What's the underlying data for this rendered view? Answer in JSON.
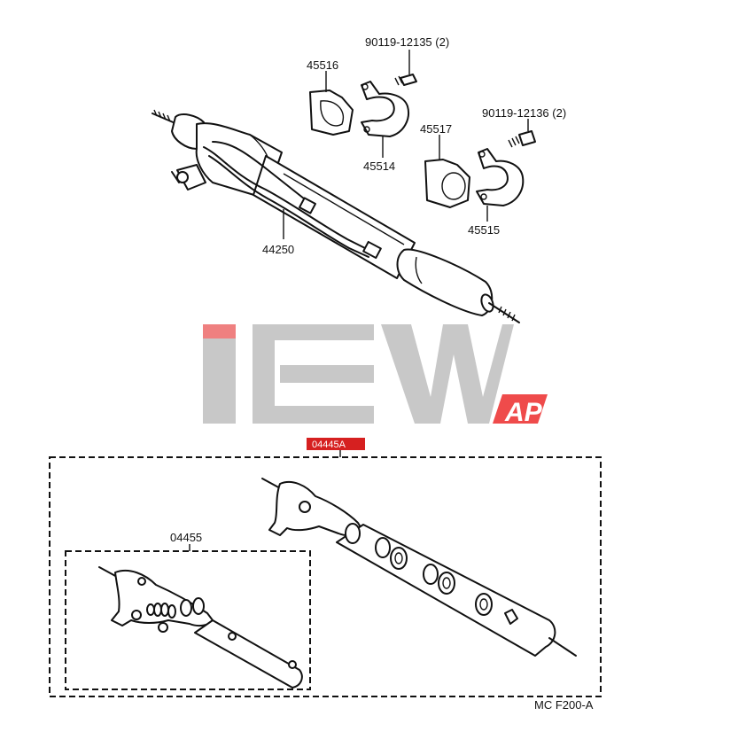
{
  "diagram": {
    "parts": {
      "p45516": "45516",
      "p45514": "45514",
      "p45517": "45517",
      "p45515": "45515",
      "p44250": "44250",
      "bolt_a": "90119-12135 (2)",
      "bolt_b": "90119-12136 (2)",
      "kit_outer": "04445A",
      "kit_inner": "04455"
    },
    "figure_code": "MC F200-A",
    "watermark": {
      "text": "AP",
      "colors": {
        "gray": "#c8c8c8",
        "red": "#ef4b4b"
      }
    }
  }
}
